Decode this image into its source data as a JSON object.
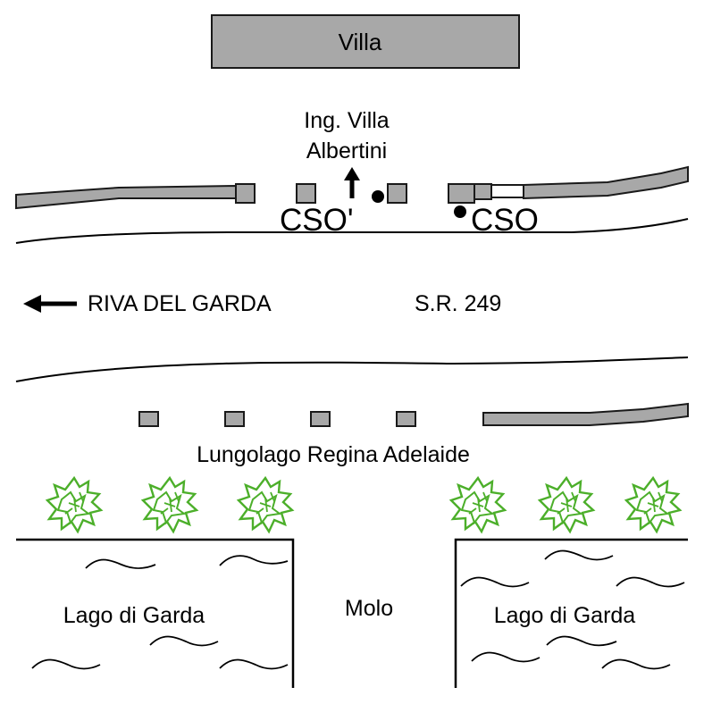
{
  "map": {
    "labels": {
      "villa": "Villa",
      "entrance_line1": "Ing. Villa",
      "entrance_line2": "Albertini",
      "cso_prime": "CSO'",
      "cso": "CSO",
      "riva": "RIVA DEL GARDA",
      "road": "S.R. 249",
      "promenade": "Lungolago Regina Adelaide",
      "lake_left": "Lago di Garda",
      "pier": "Molo",
      "lake_right": "Lago di Garda"
    },
    "colors": {
      "wall_fill": "#a8a8a8",
      "outline": "#1a1a1a",
      "tree": "#4caf2a",
      "background": "#ffffff"
    },
    "icons": {
      "west_arrow": "arrow-left-icon",
      "entrance_arrow": "arrow-up-icon",
      "tree": "tree-icon",
      "manhole": "manhole-dot-icon",
      "wave": "wave-icon"
    }
  }
}
